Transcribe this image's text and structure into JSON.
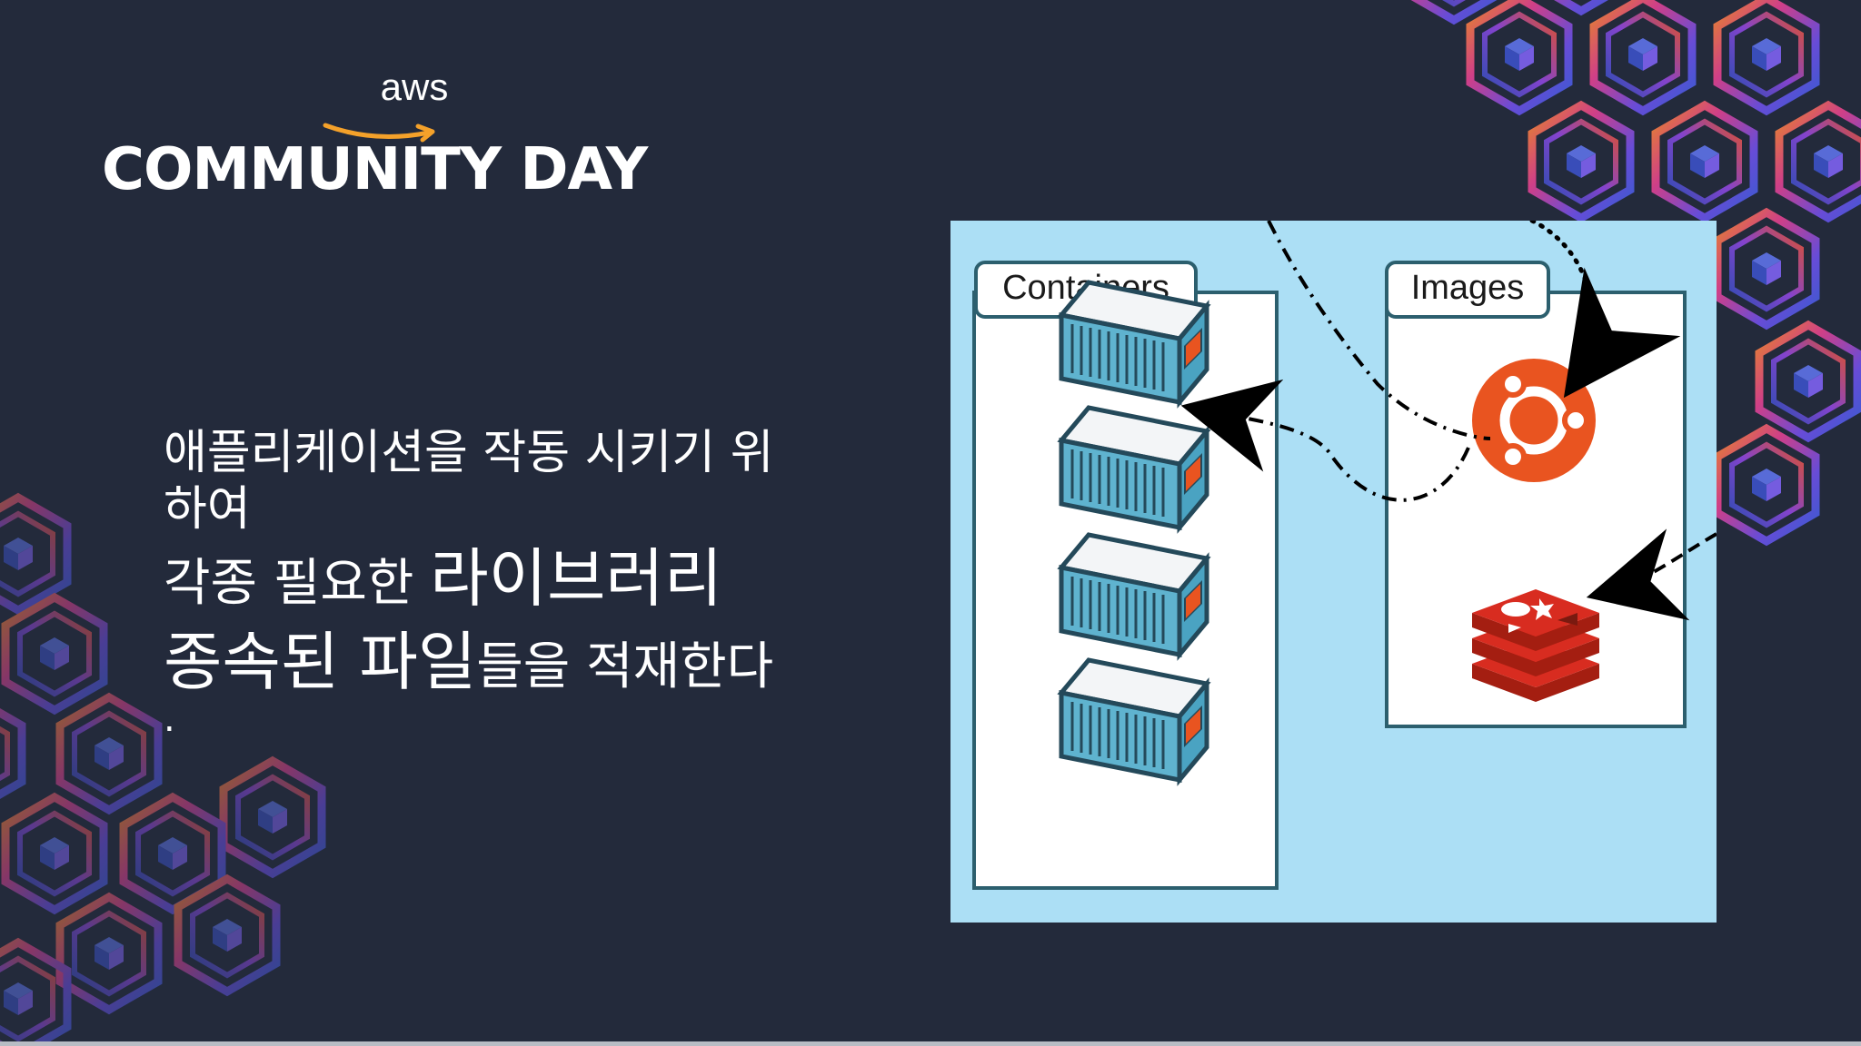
{
  "logo": {
    "aws": "aws",
    "title": "COMMUNITY DAY"
  },
  "body_text": {
    "line1": "애플리케이션을 작동 시키기 위",
    "line1b": "하여",
    "line2_small": "각종 필요한 ",
    "line2_big": "라이브러리",
    "line3_big": "종속된 파일",
    "line3_small": "들을 적재한다",
    "line4": "."
  },
  "diagram": {
    "containers_label": "Containers",
    "images_label": "Images",
    "container_count": 4,
    "images": [
      "ubuntu-logo",
      "redis-logo"
    ],
    "colors": {
      "background": "#acdff5",
      "border": "#2c5f6e",
      "container_body": "#5fb3cf",
      "ubuntu": "#e95420",
      "redis": "#d82c20"
    }
  },
  "theme": {
    "slide_bg": "#232a3b",
    "text": "#ffffff"
  }
}
